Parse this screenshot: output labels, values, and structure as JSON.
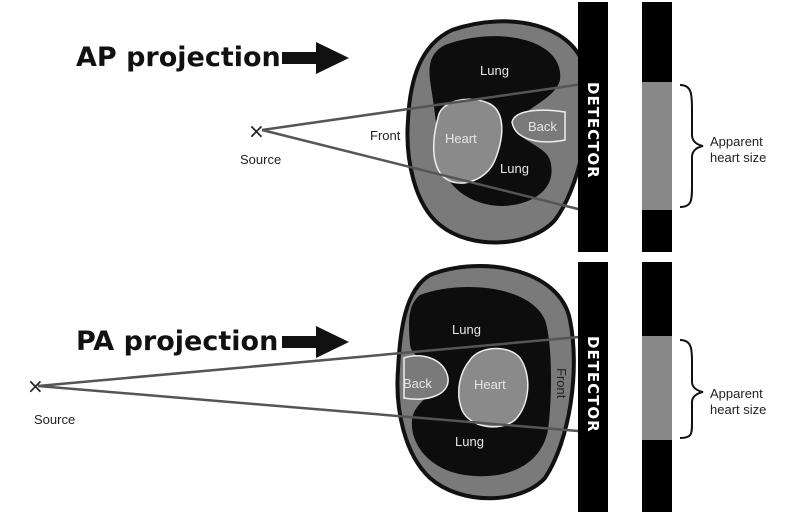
{
  "panels": {
    "ap": {
      "title": "AP projection",
      "source_label": "Source",
      "front_label": "Front",
      "back_label": "Back",
      "heart_label": "Heart",
      "lung_upper_label": "Lung",
      "lung_lower_label": "Lung",
      "detector_label": "DETECTOR",
      "apparent_label_line1": "Apparent",
      "apparent_label_line2": "heart size"
    },
    "pa": {
      "title": "PA projection",
      "source_label": "Source",
      "front_label": "Front",
      "back_label": "Back",
      "heart_label": "Heart",
      "lung_upper_label": "Lung",
      "lung_lower_label": "Lung",
      "detector_label": "DETECTOR",
      "apparent_label_line1": "Apparent",
      "apparent_label_line2": "heart size"
    }
  },
  "colors": {
    "body_fill": "#7a7a7a",
    "lung_fill": "#0d0d0d",
    "heart_fill": "#8a8a8a",
    "detector": "#000000",
    "shadow_gray": "#888888",
    "ray": "#555555"
  }
}
